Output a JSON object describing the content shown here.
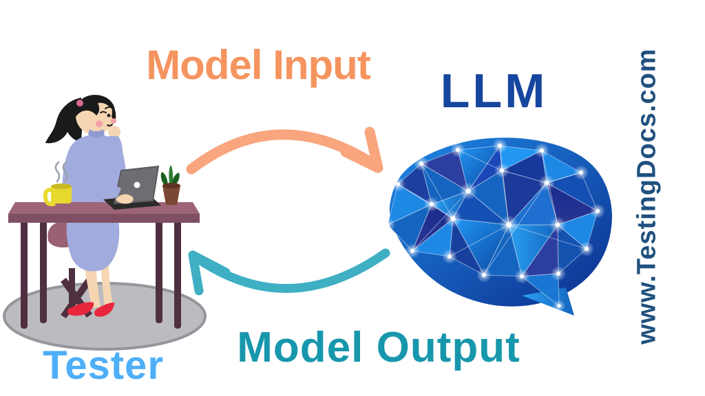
{
  "diagram": {
    "title_context": "LLM testing loop diagram",
    "labels": {
      "model_input": "Model Input",
      "llm": "LLM",
      "model_output": "Model Output",
      "tester": "Tester",
      "watermark": "www.TestingDocs.com"
    },
    "colors": {
      "background": "#FFFFFF",
      "model_input_text": "#F6945F",
      "input_arrow": "#F9A57E",
      "llm_text": "#17469E",
      "model_output_text": "#1797AC",
      "output_arrow": "#3FAFC4",
      "tester_text": "#4FAEF8",
      "watermark_text": "#20507E",
      "brain_bright_blue": "#1E88E5",
      "brain_dark_navy": "#1A2C8E",
      "desk": "#9D6478",
      "rug": "#BCBCC0",
      "dress": "#A2ABDE",
      "shoes": "#E8263C",
      "mug": "#E8D92F"
    },
    "icons": {
      "brain": "low-poly-network-brain-icon",
      "tester_illustration": "woman-at-desk-with-laptop-illustration",
      "input_arrow": "curved-arrow-right-icon",
      "output_arrow": "curved-arrow-left-icon"
    }
  }
}
